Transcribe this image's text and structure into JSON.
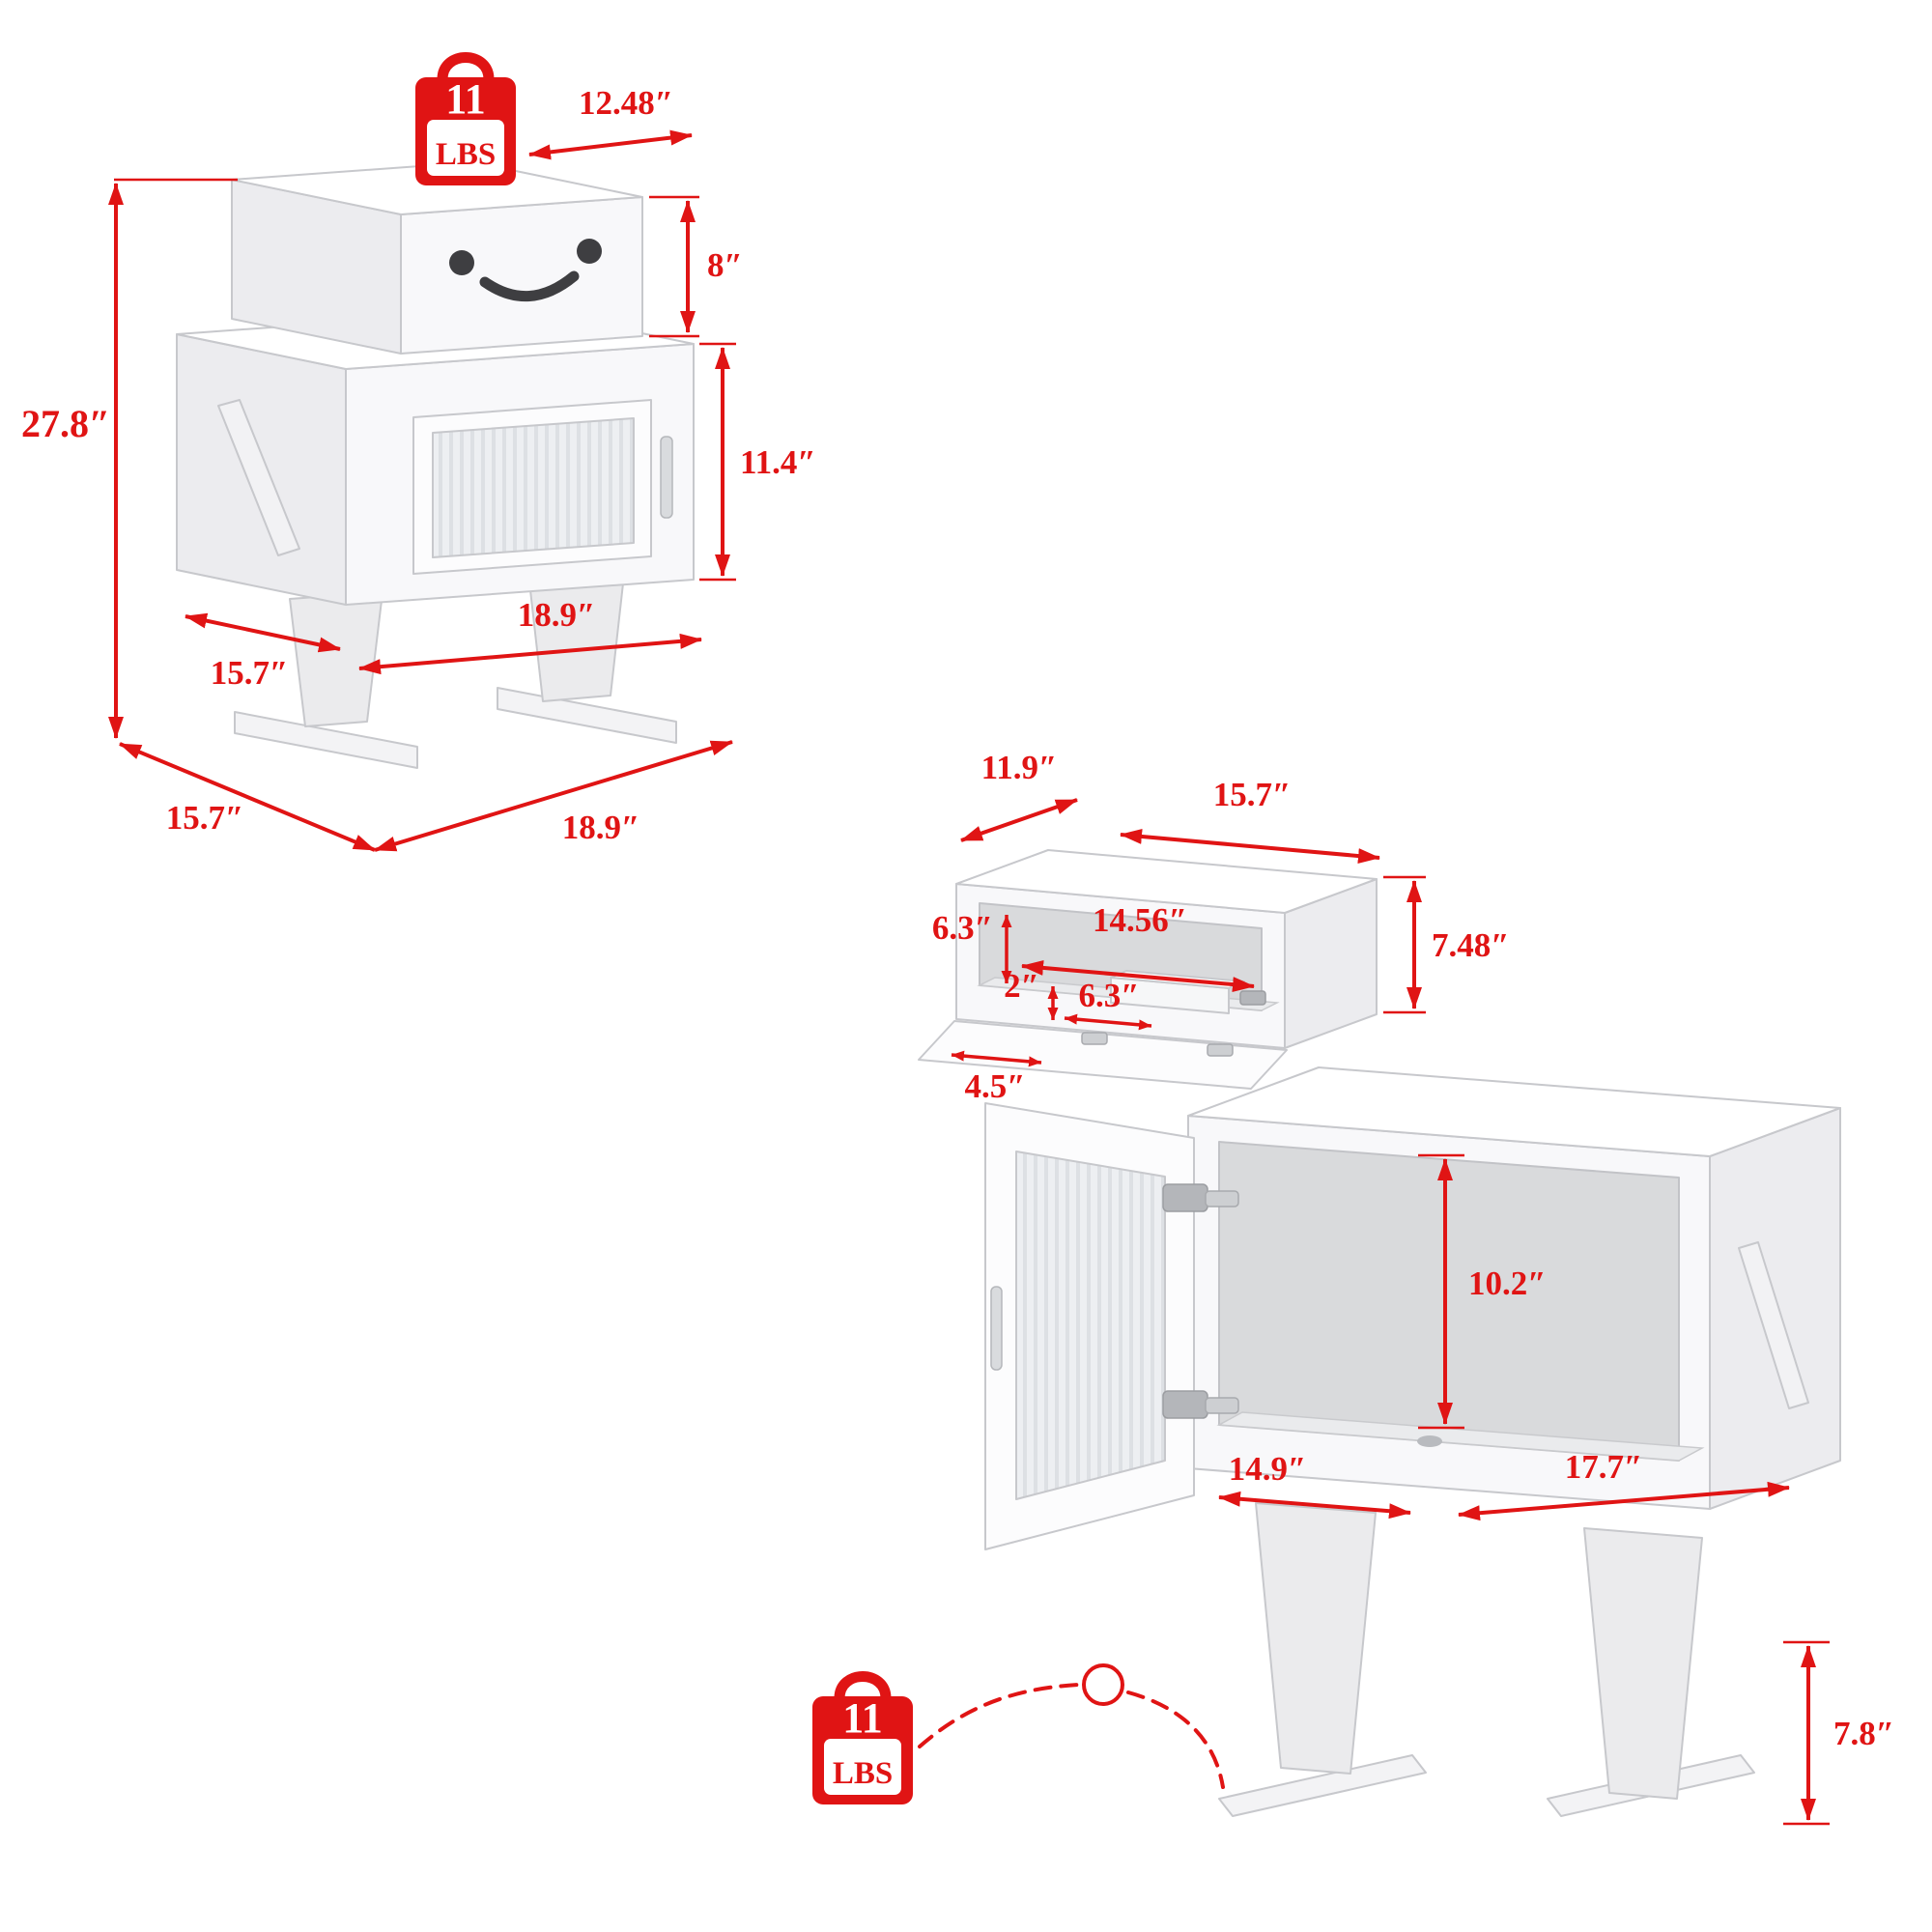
{
  "colors": {
    "dimension_red": "#e01414",
    "furniture_white": "#ffffff",
    "furniture_front": "#f8f8fa",
    "furniture_side": "#ececef",
    "glass": "#edeff2",
    "face_features": "#3e3e41"
  },
  "weight_badge": {
    "icon": "weight-bag-icon",
    "value": "11",
    "unit": "LBS"
  },
  "closed_view": {
    "dims": {
      "head_top_width": "12.48″",
      "head_height": "8″",
      "overall_height": "27.8″",
      "body_height": "11.4″",
      "body_depth": "15.7″",
      "body_width": "18.9″",
      "base_depth": "15.7″",
      "base_width": "18.9″"
    }
  },
  "open_view": {
    "dims": {
      "head_top_depth": "11.9″",
      "head_top_width": "15.7″",
      "head_height": "7.48″",
      "head_interior_height": "6.3″",
      "head_interior_width": "14.56″",
      "riser_height": "2″",
      "riser_depth": "6.3″",
      "flap_depth": "4.5″",
      "body_interior_height": "10.2″",
      "body_interior_width": "14.9″",
      "body_interior_depth": "17.7″",
      "leg_height": "7.8″"
    }
  }
}
